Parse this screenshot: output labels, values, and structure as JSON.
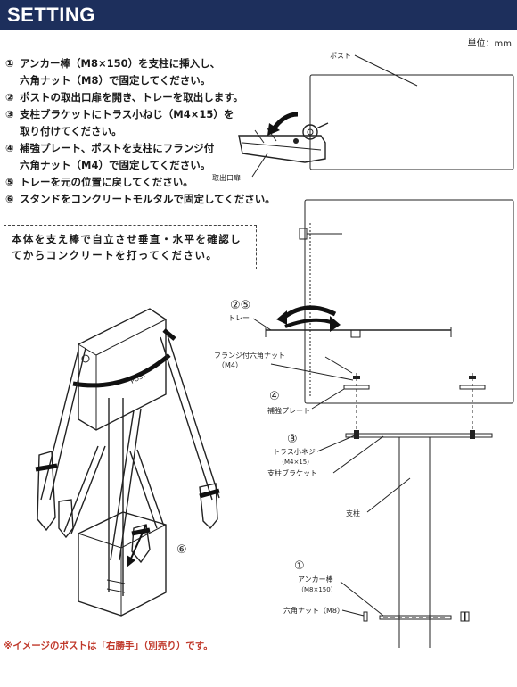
{
  "header": {
    "title": "SETTING"
  },
  "unit": "単位：mm",
  "steps": [
    {
      "num": "①",
      "line1": "アンカー棒（M8×150）を支柱に挿入し、",
      "line2": "六角ナット（M8）で固定してください。"
    },
    {
      "num": "②",
      "line1": "ポストの取出口扉を開き、トレーを取出します。"
    },
    {
      "num": "③",
      "line1": "支柱ブラケットにトラス小ねじ（M4×15）を",
      "line2": "取り付けてください。"
    },
    {
      "num": "④",
      "line1": "補強プレート、ポストを支柱にフランジ付",
      "line2": "六角ナット（M4）で固定してください。"
    },
    {
      "num": "⑤",
      "line1": "トレーを元の位置に戻してください。"
    },
    {
      "num": "⑥",
      "line1": "スタンドをコンクリートモルタルで固定してください。"
    }
  ],
  "notice": {
    "line1": "本体を支え棒で自立させ垂直・水平を確認し",
    "line2": "てからコンクリートを打ってください。"
  },
  "labels": {
    "post": "ポスト",
    "outlet_door": "取出口扉",
    "tray_nums": "②⑤",
    "tray": "トレー",
    "flange_nut": "フランジ付六角ナット",
    "flange_nut_size": "（M4）",
    "reinforce_num": "④",
    "reinforce_plate": "補強プレート",
    "truss_num": "③",
    "truss_screw": "トラス小ネジ",
    "truss_screw_size": "（M4×15）",
    "bracket": "支柱ブラケット",
    "pillar": "支柱",
    "anchor_num": "①",
    "anchor_rod": "アンカー棒",
    "anchor_rod_size": "（M8×150）",
    "hex_nut": "六角ナット（M8）",
    "concrete_num": "⑥",
    "post_stamp": "POST"
  },
  "footnote": "※イメージのポストは「右勝手」（別売り）です。",
  "colors": {
    "header_bg": "#1d2f5c",
    "footnote": "#c0392b"
  }
}
